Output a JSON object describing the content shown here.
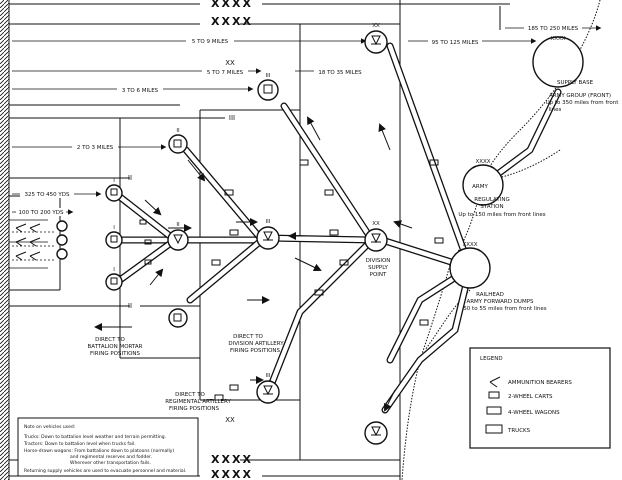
{
  "echelon": {
    "army": "XXXX",
    "corps": "XXX",
    "division": "XX",
    "regiment": "III",
    "battalion": "II",
    "company": "I"
  },
  "distances": {
    "d1": "5 TO 9 MILES",
    "d2": "5 TO 7 MILES",
    "d3": "3 TO 6 MILES",
    "d4": "18 TO 35 MILES",
    "d5": "95 TO 125 MILES",
    "d6": "185 TO 250 MILES",
    "d7": "2 TO 3 MILES",
    "d8": "325 TO 450 YDS",
    "d9": "100 TO 200 YDS"
  },
  "labels": {
    "supply_base": "SUPPLY BASE",
    "supply_base_sub1": "ARMY GROUP (FRONT)",
    "supply_base_sub2": "Up to 350 miles from front",
    "supply_base_sub3": "lines",
    "regulating_army": "ARMY",
    "regulating_station": "REGULATING",
    "regulating_station2": "STATION",
    "regulating_sub": "Up to 150 miles from front lines",
    "railhead": "RAILHEAD",
    "railhead_dumps": "ARMY FORWARD DUMPS",
    "railhead_sub": "50 to 55 miles from front lines",
    "division_supply": "DIVISION",
    "division_supply2": "SUPPLY",
    "division_supply3": "POINT",
    "direct_arty_1": "DIRECT TO",
    "direct_arty_2": "DIVISION ARTILLERY",
    "direct_arty_3": "FIRING POSITIONS",
    "direct_mortar_1": "DIRECT TO",
    "direct_mortar_2": "BATTALION MORTAR",
    "direct_mortar_3": "FIRING POSITIONS",
    "direct_regt_1": "DIRECT TO",
    "direct_regt_2": "REGIMENTAL ARTILLERY",
    "direct_regt_3": "FIRING POSITIONS"
  },
  "legend": {
    "title": "LEGEND",
    "items": [
      "AMMUNITION BEARERS",
      "2-WHEEL CARTS",
      "4-WHEEL WAGONS",
      "TRUCKS"
    ]
  },
  "notes": {
    "title": "Note on vehicles used:",
    "lines": [
      "Trucks: Down to battalion level weather and terrain permitting.",
      "Tractors: Down to battalion level when trucks fail.",
      "Horse-drawn wagons: From battalions down to platoons (normally)",
      "and regimental reserves and fodder.",
      "Wherever other transportation fails.",
      "Returning supply vehicles are used to evacuate personnel and material."
    ]
  }
}
